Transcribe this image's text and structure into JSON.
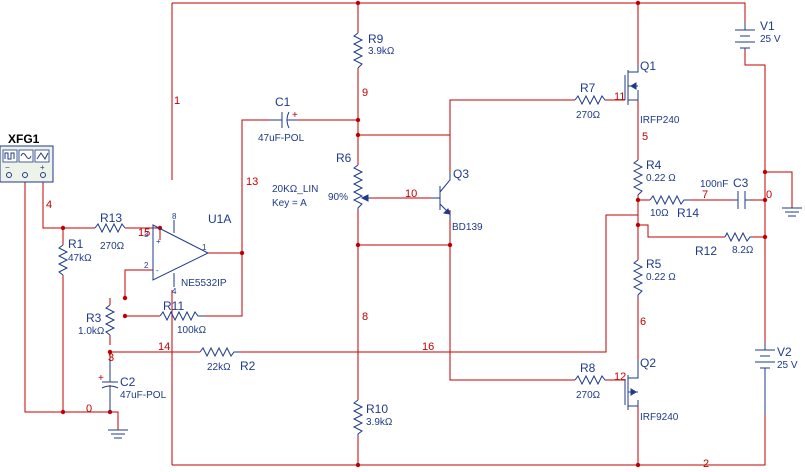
{
  "components": {
    "xfg1": {
      "ref": "XFG1"
    },
    "r1": {
      "ref": "R1",
      "value": "47kΩ"
    },
    "r13": {
      "ref": "R13",
      "value": "270Ω"
    },
    "r3": {
      "ref": "R3",
      "value": "1.0kΩ"
    },
    "c2": {
      "ref": "C2",
      "value": "47uF-POL"
    },
    "u1a": {
      "ref": "U1A",
      "value": "NE5532IP",
      "pin_plus": "+",
      "pin_minus": "-",
      "pin1": "1",
      "pin2": "2",
      "pin3": "3",
      "pin4": "4",
      "pin8": "8"
    },
    "r11": {
      "ref": "R11",
      "value": "100kΩ"
    },
    "r2": {
      "ref": "R2",
      "value": "22kΩ"
    },
    "c1": {
      "ref": "C1",
      "value": "47uF-POL",
      "polarity": "+"
    },
    "r9": {
      "ref": "R9",
      "value": "3.9kΩ"
    },
    "r6": {
      "ref": "R6",
      "value": "20KΩ_LIN",
      "key": "Key = A",
      "setting": "90%"
    },
    "q3": {
      "ref": "Q3",
      "value": "BD139"
    },
    "r10": {
      "ref": "R10",
      "value": "3.9kΩ"
    },
    "r7": {
      "ref": "R7",
      "value": "270Ω"
    },
    "q1": {
      "ref": "Q1",
      "value": "IRFP240"
    },
    "r4": {
      "ref": "R4",
      "value": "0.22 Ω"
    },
    "r14": {
      "ref": "R14",
      "value": "10Ω"
    },
    "c3": {
      "ref": "C3",
      "value": "100nF"
    },
    "r12": {
      "ref": "R12",
      "value": "8.2Ω"
    },
    "r5": {
      "ref": "R5",
      "value": "0.22 Ω"
    },
    "r8": {
      "ref": "R8",
      "value": "270Ω"
    },
    "q2": {
      "ref": "Q2",
      "value": "IRF9240"
    },
    "v1": {
      "ref": "V1",
      "value": "25 V"
    },
    "v2": {
      "ref": "V2",
      "value": "25 V"
    }
  },
  "nets": {
    "n0a": "0",
    "n0b": "0",
    "n1": "1",
    "n2": "2",
    "n3": "3",
    "n4": "4",
    "n5": "5",
    "n6": "6",
    "n7": "7",
    "n8": "8",
    "n9": "9",
    "n10": "10",
    "n11": "11",
    "n12": "12",
    "n13": "13",
    "n14": "14",
    "n15": "15",
    "n16": "16"
  },
  "colors": {
    "wire": "#c00000",
    "component": "#1f3a8a",
    "background": "#ffffff"
  }
}
